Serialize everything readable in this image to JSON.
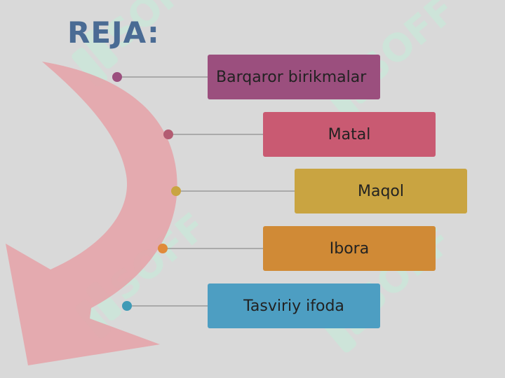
{
  "title": "REJA:",
  "colors": {
    "background": "#d9d9d9",
    "title": "#4a6b94",
    "arrow": "#e4a4aa",
    "connector": "#9a9a9a",
    "watermark": "#bff2d8"
  },
  "watermark": {
    "text": "SOFF",
    "icon": "watermark-logo-icon"
  },
  "items": [
    {
      "label": "Barqaror birikmalar",
      "color": "#9b4f7e",
      "dot": "#9b4f7e"
    },
    {
      "label": "Matal",
      "color": "#c95a72",
      "dot": "#b35c72"
    },
    {
      "label": "Maqol",
      "color": "#c9a441",
      "dot": "#c9a441"
    },
    {
      "label": "Ibora",
      "color": "#d08a36",
      "dot": "#e08a3a"
    },
    {
      "label": "Tasviriy ifoda",
      "color": "#4d9ec2",
      "dot": "#3f9bb6"
    }
  ]
}
